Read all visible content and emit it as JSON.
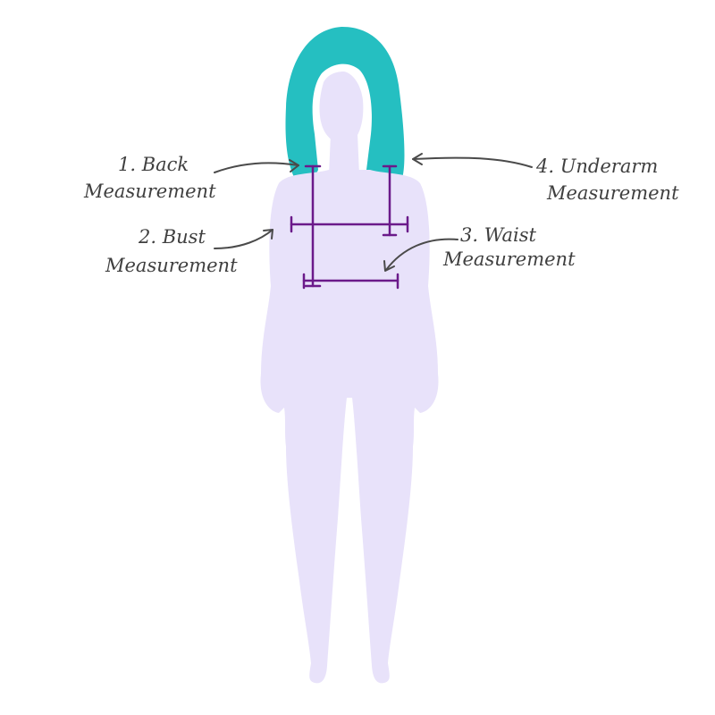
{
  "colors": {
    "background": "#ffffff",
    "body": "#e8e2fa",
    "hair": "#25bfc1",
    "measure_line": "#6b1a8a",
    "arrow": "#4a4a4a",
    "text": "#3f3f3f"
  },
  "callouts": {
    "back": {
      "line1": "1. Back",
      "line2": "Measurement"
    },
    "bust": {
      "line1": "2. Bust",
      "line2": "Measurement"
    },
    "waist": {
      "line1": "3. Waist",
      "line2": "Measurement"
    },
    "underarm": {
      "line1": "4. Underarm",
      "line2": "Measurement"
    }
  }
}
